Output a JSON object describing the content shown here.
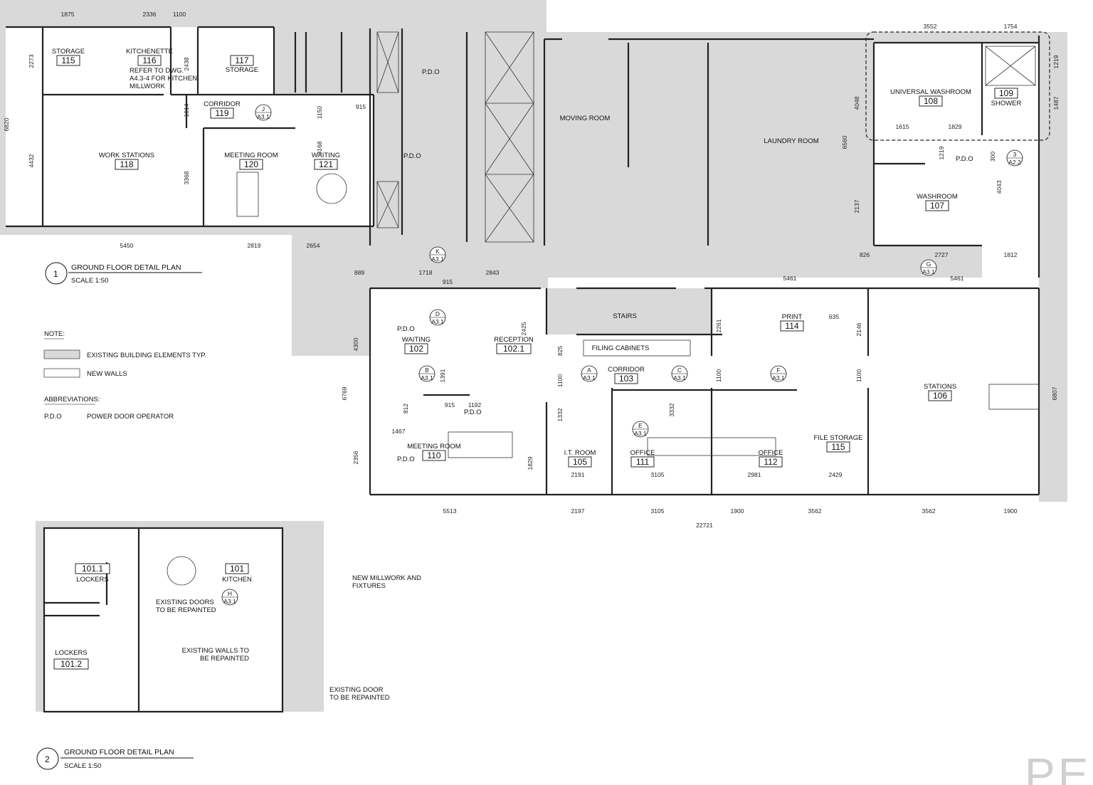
{
  "colors": {
    "existing": "#d9d9d9",
    "new_walls": "#ffffff",
    "line": "#222222",
    "watermark": "#d0d0d0"
  },
  "plan1": {
    "rooms": [
      {
        "name": "STORAGE",
        "number": "115"
      },
      {
        "name": "KITCHENETTE",
        "number": "116"
      },
      {
        "name": "STORAGE",
        "number": "117"
      },
      {
        "name": "CORRIDOR",
        "number": "119"
      },
      {
        "name": "WORK STATIONS",
        "number": "118"
      },
      {
        "name": "MEETING ROOM",
        "number": "120"
      },
      {
        "name": "WAITING",
        "number": "121"
      },
      {
        "name": "UNIVERSAL WASHROOM",
        "number": "108"
      },
      {
        "name": "SHOWER",
        "number": "109"
      },
      {
        "name": "WASHROOM",
        "number": "107"
      },
      {
        "name": "WAITING",
        "number": "102"
      },
      {
        "name": "RECEPTION",
        "number": "102.1"
      },
      {
        "name": "CORRIDOR",
        "number": "103"
      },
      {
        "name": "MEETING ROOM",
        "number": "110"
      },
      {
        "name": "I.T. ROOM",
        "number": "105"
      },
      {
        "name": "OFFICE",
        "number": "111"
      },
      {
        "name": "OFFICE",
        "number": "112"
      },
      {
        "name": "PRINT",
        "number": "114"
      },
      {
        "name": "FILE STORAGE",
        "number": "115"
      },
      {
        "name": "STATIONS",
        "number": "106"
      }
    ],
    "spaces": [
      "MOVING ROOM",
      "LAUNDRY ROOM",
      "STAIRS",
      "FILING CABINETS"
    ],
    "notes": [
      "REFER TO DWG.",
      "A4.3-4 FOR KITCHEN",
      "MILLWORK"
    ],
    "pdo_label": "P.D.O",
    "title_number": "1",
    "title": "GROUND FLOOR DETAIL PLAN",
    "scale": "SCALE 1:50",
    "dimensions": [
      "1875",
      "2336",
      "1100",
      "2273",
      "6820",
      "4432",
      "2438",
      "1014",
      "3368",
      "1150",
      "3168",
      "915",
      "5450",
      "2819",
      "2654",
      "889",
      "1718",
      "2843",
      "915",
      "4300",
      "6769",
      "2356",
      "812",
      "1391",
      "1467",
      "915",
      "1192",
      "2425",
      "825",
      "1100",
      "1332",
      "1829",
      "2191",
      "3105",
      "3332",
      "2981",
      "2429",
      "2261",
      "635",
      "2146",
      "1100",
      "1100",
      "5513",
      "2197",
      "3105",
      "1900",
      "3562",
      "3562",
      "1900",
      "22721",
      "5461",
      "5461",
      "3552",
      "1754",
      "1219",
      "1487",
      "4048",
      "6560",
      "1615",
      "1829",
      "1219",
      "300",
      "4043",
      "2137",
      "826",
      "2727",
      "1812",
      "6807"
    ],
    "section_markers": [
      {
        "id": "J",
        "sheet": "A3.1"
      },
      {
        "id": "K",
        "sheet": "A3.1"
      },
      {
        "id": "D",
        "sheet": "A3.1"
      },
      {
        "id": "B",
        "sheet": "A3.1"
      },
      {
        "id": "A",
        "sheet": "A3.1"
      },
      {
        "id": "C",
        "sheet": "A3.1"
      },
      {
        "id": "E",
        "sheet": "A3.1"
      },
      {
        "id": "F",
        "sheet": "A3.1"
      },
      {
        "id": "G",
        "sheet": "A3.1"
      },
      {
        "id": "H",
        "sheet": "A3.1"
      },
      {
        "id": "3",
        "sheet": "A2.2"
      }
    ]
  },
  "plan2": {
    "rooms": [
      {
        "name": "LOCKERS",
        "number": "101.1"
      },
      {
        "name": "KITCHEN",
        "number": "101"
      },
      {
        "name": "LOCKERS",
        "number": "101.2"
      }
    ],
    "notes": {
      "millwork": [
        "NEW MILLWORK AND",
        "FIXTURES"
      ],
      "doors": [
        "EXISTING DOORS",
        "TO BE REPAINTED"
      ],
      "walls": [
        "EXISTING WALLS TO",
        "BE REPAINTED"
      ],
      "door": [
        "EXISTING DOOR",
        "TO BE REPAINTED"
      ]
    },
    "title_number": "2",
    "title": "GROUND FLOOR DETAIL PLAN",
    "scale": "SCALE 1:50"
  },
  "legend": {
    "note_heading": "NOTE:",
    "existing": "EXISTING BUILDING ELEMENTS TYP.",
    "new_walls": "NEW WALLS",
    "abbr_heading": "ABBREVIATIONS:",
    "abbr_key": "P.D.O",
    "abbr_value": "POWER DOOR OPERATOR"
  },
  "watermark": "PEI"
}
